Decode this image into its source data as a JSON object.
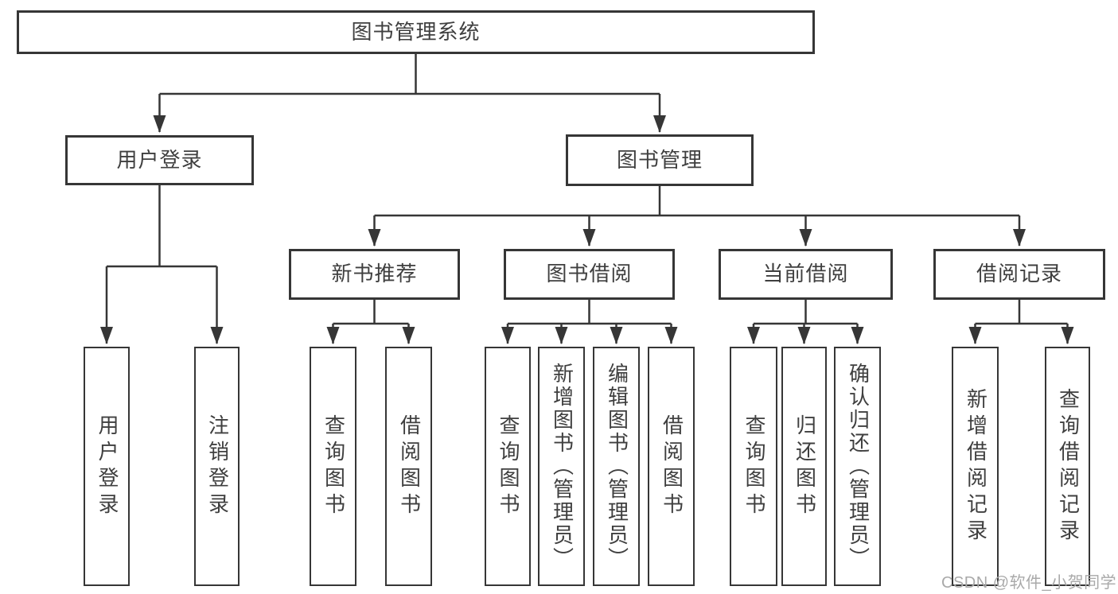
{
  "diagram_title": "图书管理系统",
  "hierarchy": {
    "label": "图书管理系统",
    "children": [
      {
        "label": "用户登录",
        "children": [
          {
            "label": "用户登录"
          },
          {
            "label": "注销登录"
          }
        ]
      },
      {
        "label": "图书管理",
        "children": [
          {
            "label": "新书推荐",
            "children": [
              {
                "label": "查询图书"
              },
              {
                "label": "借阅图书"
              }
            ]
          },
          {
            "label": "图书借阅",
            "children": [
              {
                "label": "查询图书"
              },
              {
                "label": "新增图书（管理员）"
              },
              {
                "label": "编辑图书（管理员）"
              },
              {
                "label": "借阅图书"
              }
            ]
          },
          {
            "label": "当前借阅",
            "children": [
              {
                "label": "查询图书"
              },
              {
                "label": "归还图书"
              },
              {
                "label": "确认归还（管理员）"
              }
            ]
          },
          {
            "label": "借阅记录",
            "children": [
              {
                "label": "新增借阅记录"
              },
              {
                "label": "查询借阅记录"
              }
            ]
          }
        ]
      }
    ]
  },
  "watermark": {
    "text": "CSDN @软件_小贺同学"
  },
  "colors": {
    "line": "#363636",
    "text": "#3f3f3f",
    "background": "#ffffff",
    "watermark": "#a9a9a9"
  }
}
